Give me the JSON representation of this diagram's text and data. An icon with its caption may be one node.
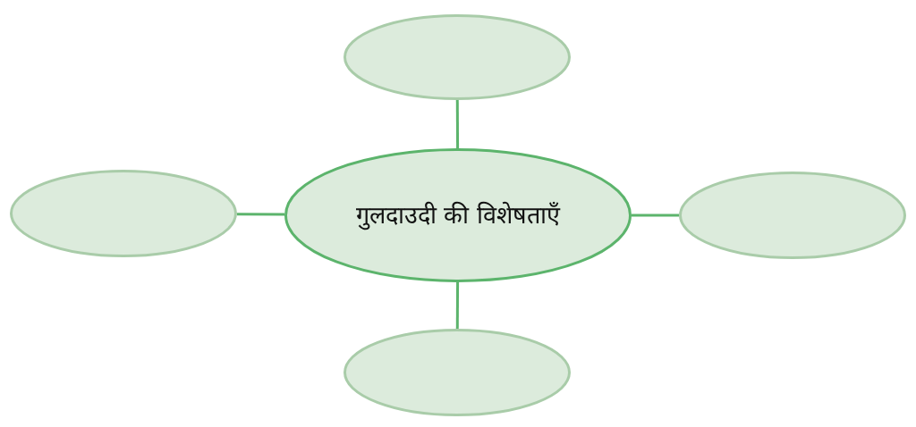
{
  "diagram": {
    "nodes": [
      {
        "text": [
          "गुलदाउदी की विशेषताएँ"
        ]
      },
      {
        "text": [],
        "shape": "ellipse"
      },
      {
        "text": [],
        "shape": "ellipse"
      },
      {
        "text": [],
        "shape": "ellipse"
      },
      {
        "text": [],
        "shape": "ellipse"
      }
    ],
    "edges": [
      {
        "from": 0,
        "to": 1,
        "arrow": "none"
      },
      {
        "from": 0,
        "to": 2,
        "arrow": "none"
      },
      {
        "from": 0,
        "to": 3,
        "arrow": "none"
      },
      {
        "from": 0,
        "to": 4,
        "arrow": "none"
      }
    ]
  }
}
